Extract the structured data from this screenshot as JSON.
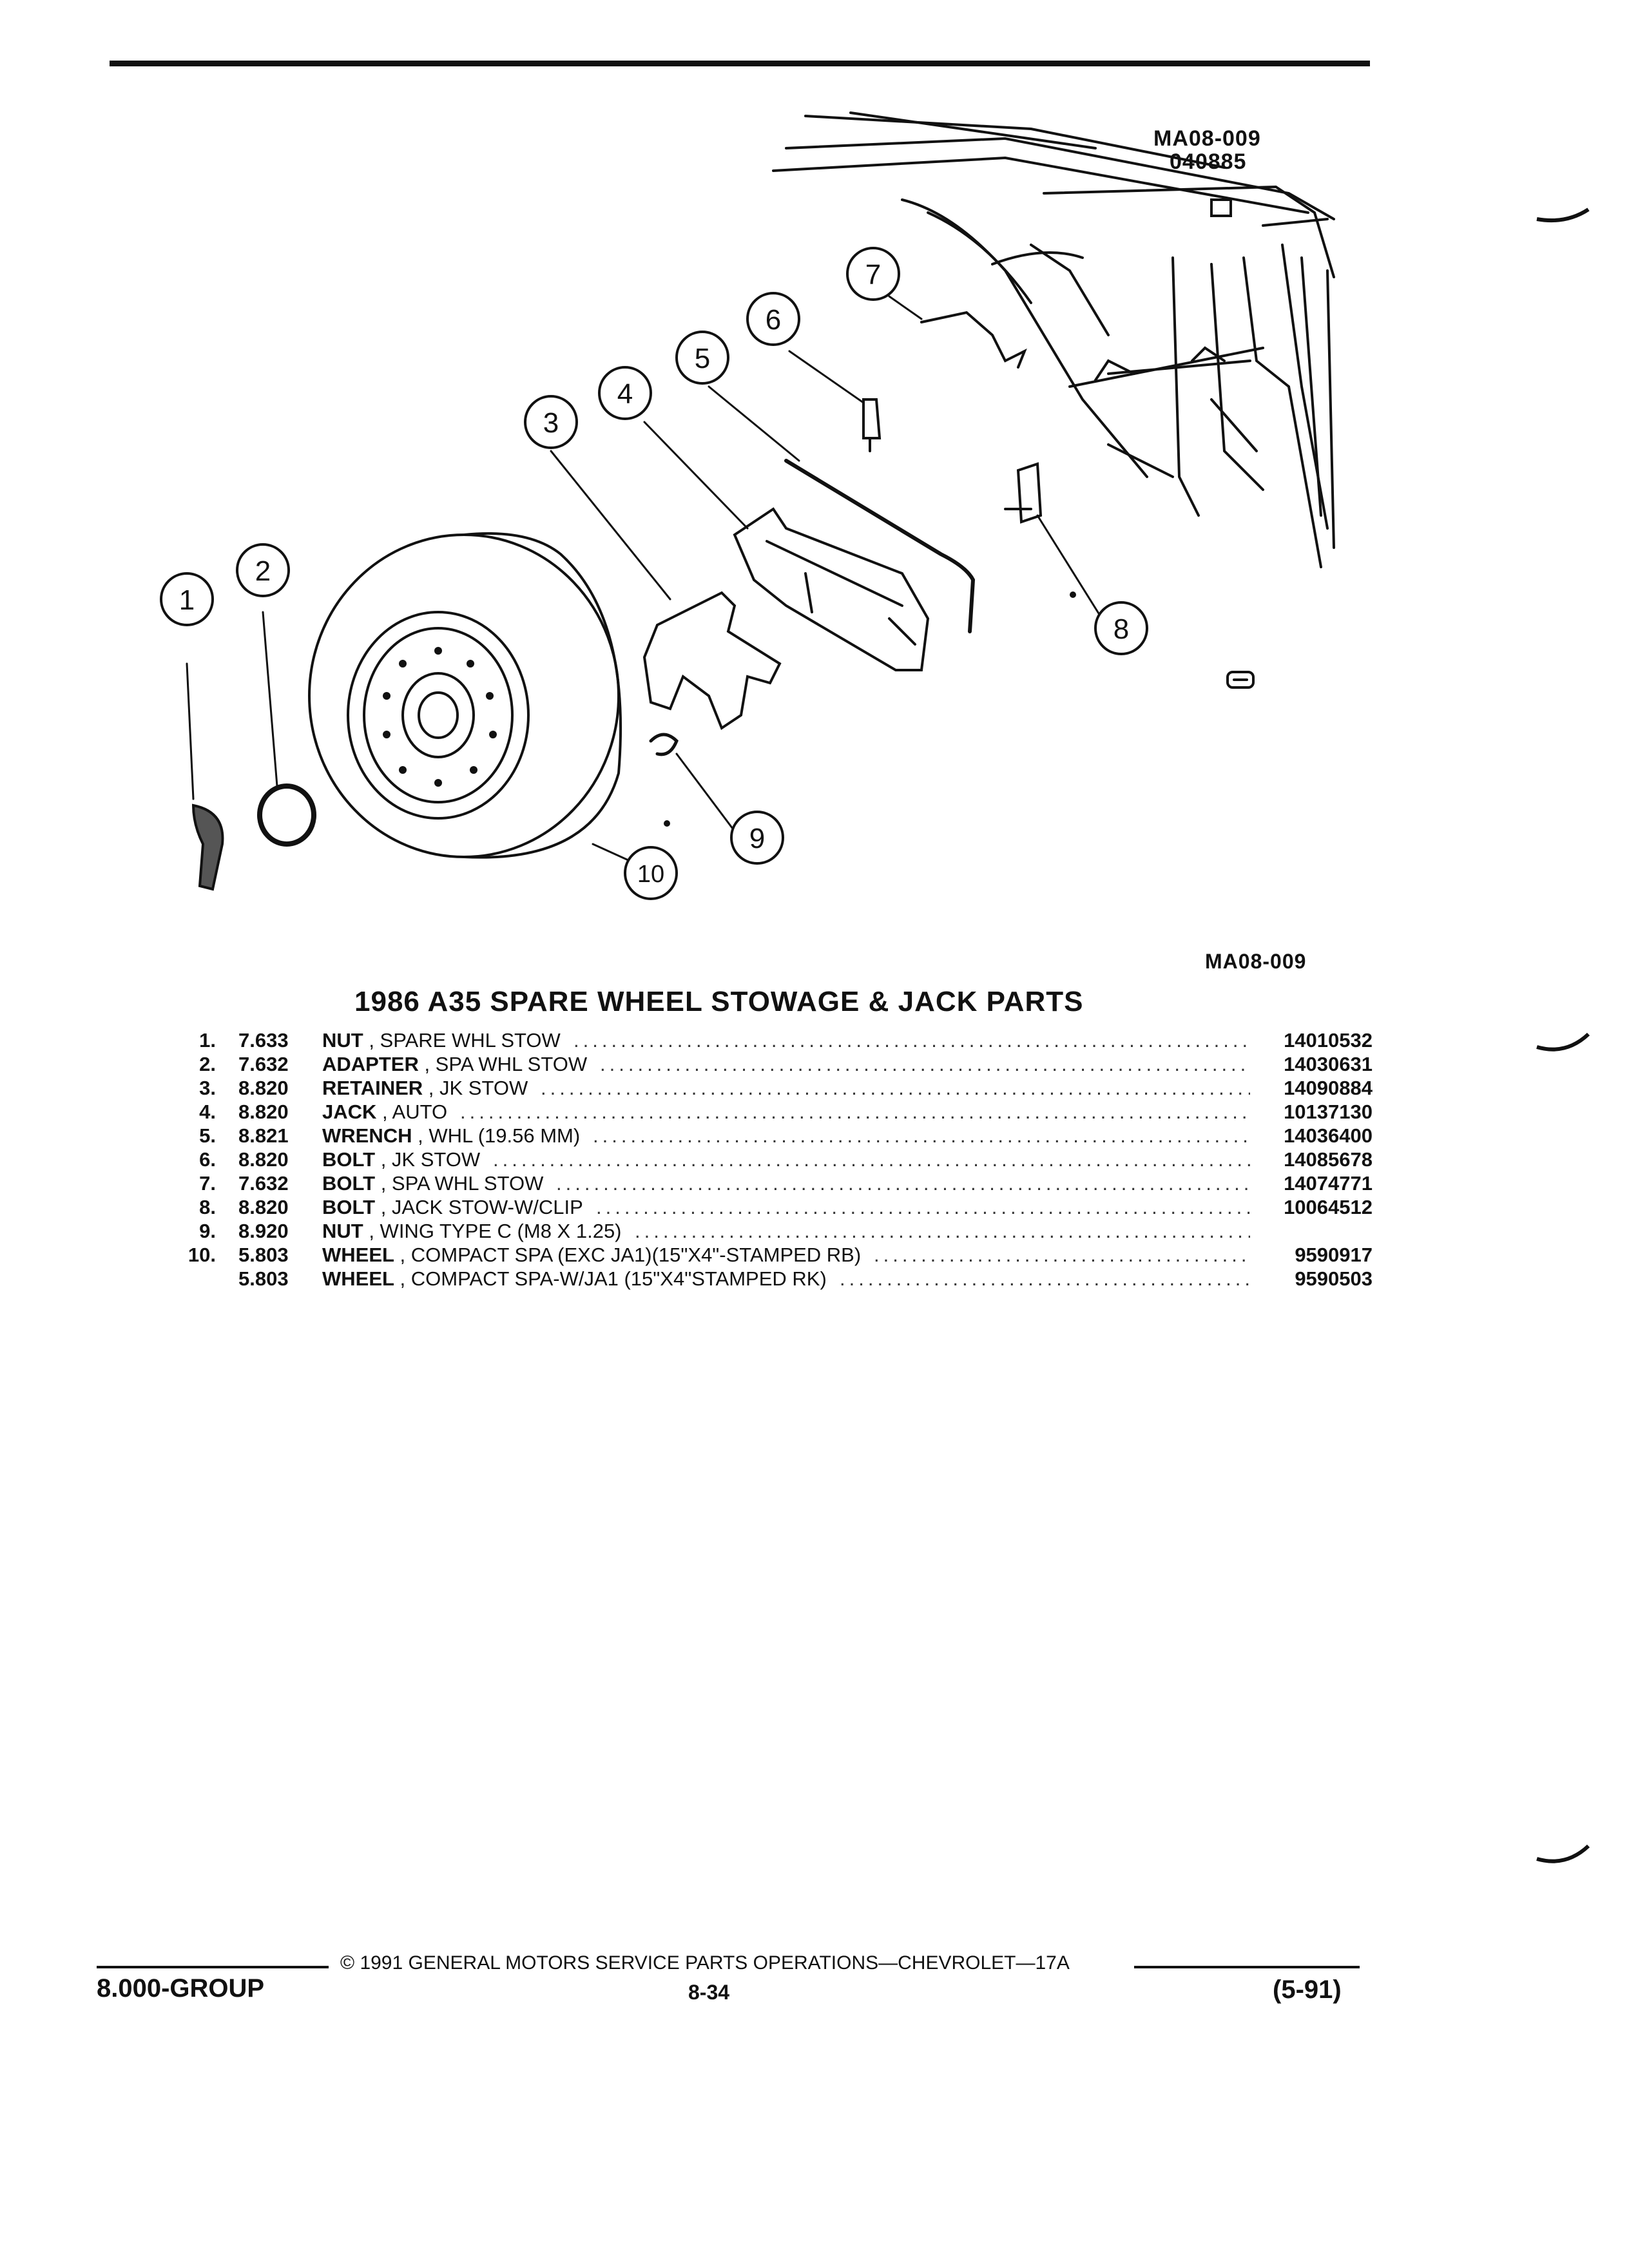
{
  "diagram": {
    "ref_code_1": "MA08-009",
    "ref_code_2": "040885",
    "callouts": [
      "1",
      "2",
      "3",
      "4",
      "5",
      "6",
      "7",
      "8",
      "9",
      "10"
    ]
  },
  "figure_id": "MA08-009",
  "title": "1986 A35 SPARE WHEEL STOWAGE & JACK PARTS",
  "parts": [
    {
      "no": "1.",
      "group": "7.633",
      "name": "NUT",
      "desc": ", SPARE WHL STOW",
      "part_no": "14010532"
    },
    {
      "no": "2.",
      "group": "7.632",
      "name": "ADAPTER",
      "desc": ", SPA WHL STOW",
      "part_no": "14030631"
    },
    {
      "no": "3.",
      "group": "8.820",
      "name": "RETAINER",
      "desc": ", JK STOW",
      "part_no": "14090884"
    },
    {
      "no": "4.",
      "group": "8.820",
      "name": "JACK",
      "desc": ", AUTO",
      "part_no": "10137130"
    },
    {
      "no": "5.",
      "group": "8.821",
      "name": "WRENCH",
      "desc": ", WHL (19.56 MM)",
      "part_no": "14036400"
    },
    {
      "no": "6.",
      "group": "8.820",
      "name": "BOLT",
      "desc": ", JK STOW",
      "part_no": "14085678"
    },
    {
      "no": "7.",
      "group": "7.632",
      "name": "BOLT",
      "desc": ", SPA WHL STOW",
      "part_no": "14074771"
    },
    {
      "no": "8.",
      "group": "8.820",
      "name": "BOLT",
      "desc": ", JACK STOW-W/CLIP",
      "part_no": "10064512"
    },
    {
      "no": "9.",
      "group": "8.920",
      "name": "NUT",
      "desc": ", WING TYPE C (M8 X 1.25)",
      "part_no": ""
    },
    {
      "no": "10.",
      "group": "5.803",
      "name": "WHEEL",
      "desc": ", COMPACT SPA (EXC JA1)(15\"X4\"-STAMPED RB)",
      "part_no": "9590917"
    },
    {
      "no": "",
      "group": "5.803",
      "name": "WHEEL",
      "desc": ", COMPACT SPA-W/JA1 (15\"X4\"STAMPED RK)",
      "part_no": "9590503"
    }
  ],
  "footer": {
    "copyright": "© 1991 GENERAL MOTORS SERVICE PARTS OPERATIONS—CHEVROLET—17A",
    "group": "8.000-GROUP",
    "page": "8-34",
    "date": "(5-91)"
  }
}
